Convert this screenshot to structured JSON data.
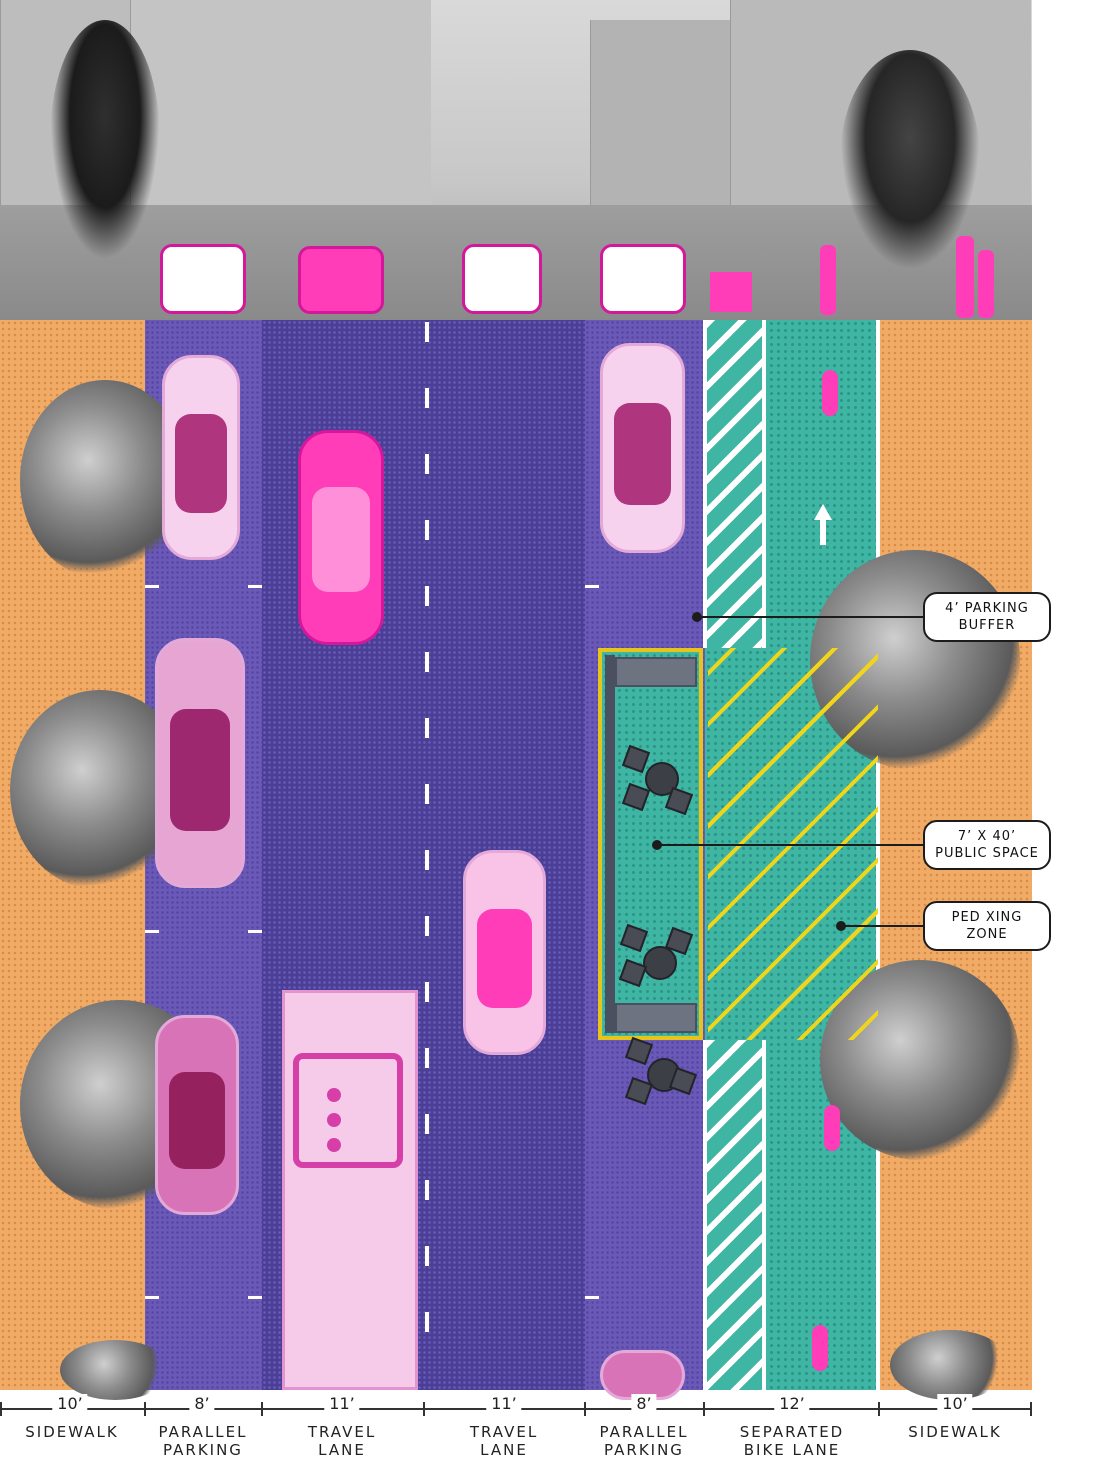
{
  "callouts": {
    "parking_buffer": {
      "line1": "4’ PARKING",
      "line2": "BUFFER"
    },
    "public_space": {
      "line1": "7’ X 40’",
      "line2": "PUBLIC SPACE"
    },
    "ped_xing": {
      "line1": "PED XING",
      "line2": "ZONE"
    }
  },
  "dimensions": [
    {
      "width": "10’",
      "line1": "SIDEWALK",
      "line2": ""
    },
    {
      "width": "8’",
      "line1": "PARALLEL",
      "line2": "PARKING"
    },
    {
      "width": "11’",
      "line1": "TRAVEL",
      "line2": "LANE"
    },
    {
      "width": "11’",
      "line1": "TRAVEL",
      "line2": "LANE"
    },
    {
      "width": "8’",
      "line1": "PARALLEL",
      "line2": "PARKING"
    },
    {
      "width": "12’",
      "line1": "SEPARATED",
      "line2": "BIKE LANE"
    },
    {
      "width": "10’",
      "line1": "SIDEWALK",
      "line2": ""
    }
  ],
  "colors": {
    "sidewalk": "#f0ab67",
    "parking": "#6b59b8",
    "travel": "#4a3e96",
    "bike_lane": "#3fb5a3",
    "highlight_vehicle": "#ff3db8",
    "ped_xing": "#f1d51a"
  }
}
